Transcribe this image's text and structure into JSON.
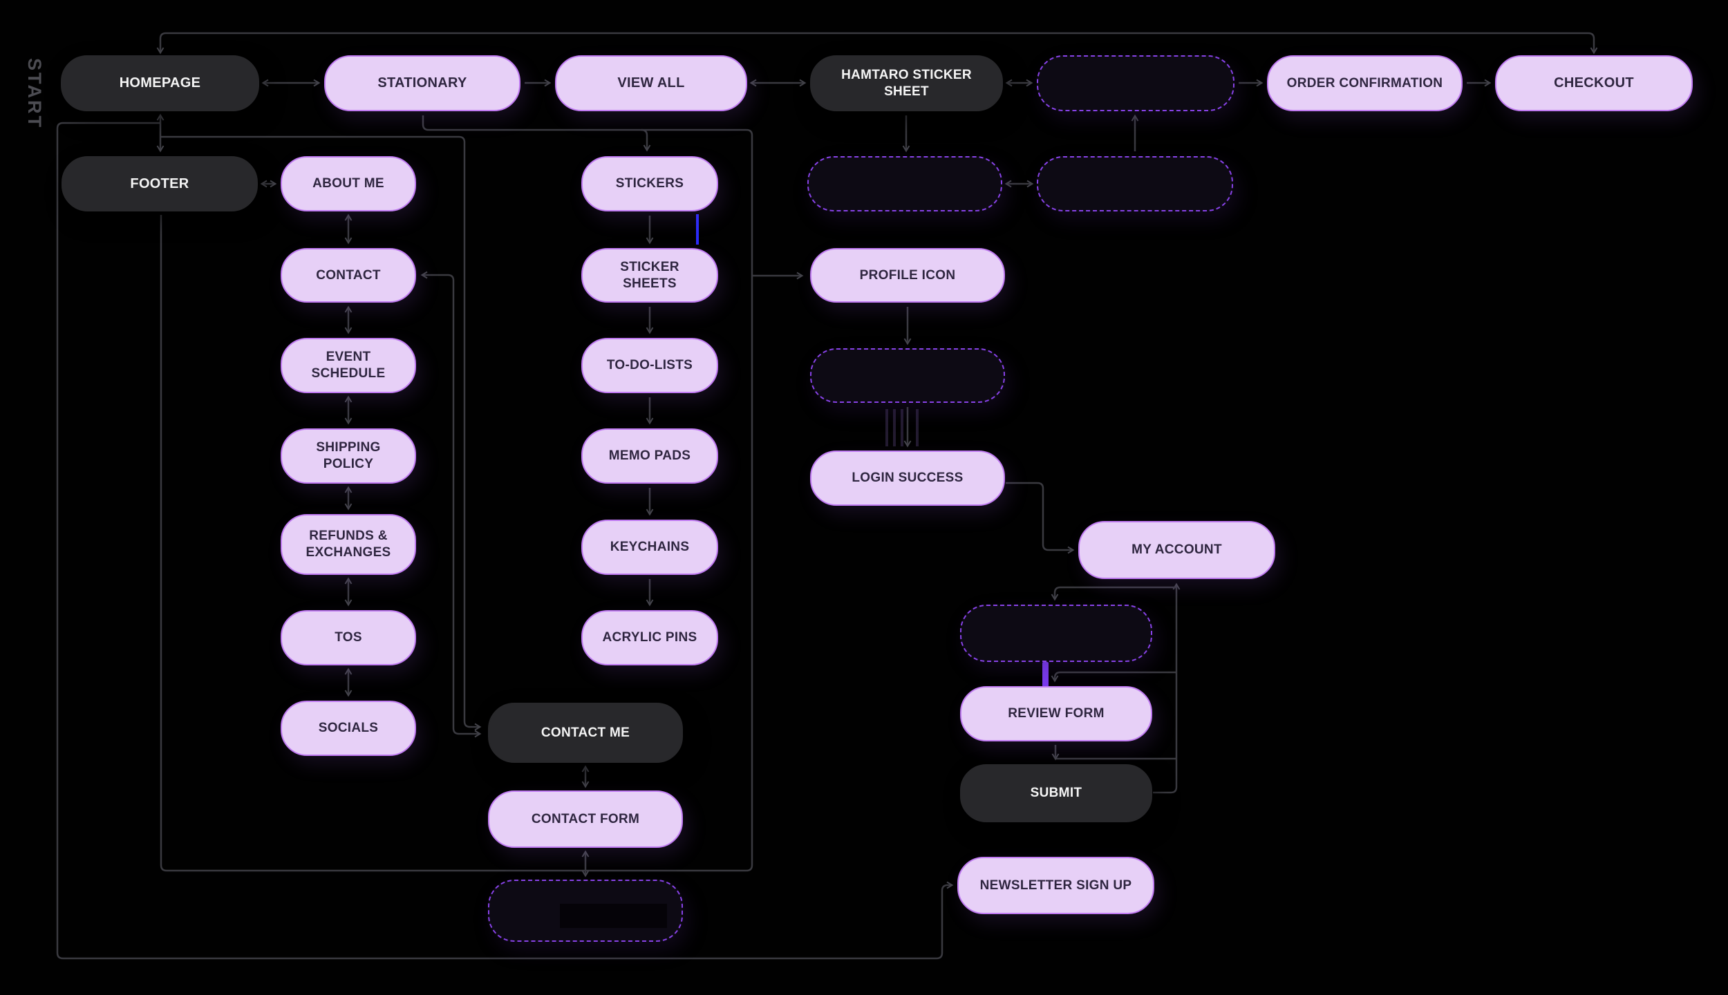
{
  "canvas": {
    "start_label": "START"
  },
  "nodes": {
    "homepage": "HOMEPAGE",
    "stationary": "STATIONARY",
    "view_all": "VIEW ALL",
    "hamtaro_sticker_sheet": "HAMTARO STICKER SHEET",
    "hidden_top": "",
    "order_confirmation": "ORDER CONFIRMATION",
    "checkout": "CHECKOUT",
    "footer": "FOOTER",
    "about_me": "ABOUT ME",
    "stickers": "STICKERS",
    "hidden_left": "",
    "hidden_right": "",
    "contact": "CONTACT",
    "event_schedule": "EVENT SCHEDULE",
    "shipping_policy": "SHIPPING POLICY",
    "refunds_exchanges": "REFUNDS & EXCHANGES",
    "tos": "TOS",
    "socials": "SOCIALS",
    "sticker_sheets": "STICKER SHEETS",
    "to_do_lists": "TO-DO-LISTS",
    "memo_pads": "MEMO PADS",
    "keychains": "KEYCHAINS",
    "acrylic_pins": "ACRYLIC PINS",
    "contact_me": "CONTACT ME",
    "contact_form": "CONTACT FORM",
    "hidden_contact": "",
    "profile_icon": "PROFILE ICON",
    "hidden_login": "",
    "login_success": "LOGIN SUCCESS",
    "my_account": "MY ACCOUNT",
    "hidden_review": "",
    "review_form": "REVIEW FORM",
    "submit": "SUBMIT",
    "newsletter_sign_up": "NEWSLETTER SIGN UP"
  },
  "colors": {
    "background": "#010101",
    "node_light_fill": "#e7d0f7",
    "node_light_border": "#c07af2",
    "node_dark_fill": "#28282b",
    "node_dashed_border": "#8842e8",
    "connector": "#3a3a40",
    "highlight_blue": "#2b2bfa",
    "highlight_purple": "#7b3bf0",
    "start_text": "#4c4c52"
  }
}
